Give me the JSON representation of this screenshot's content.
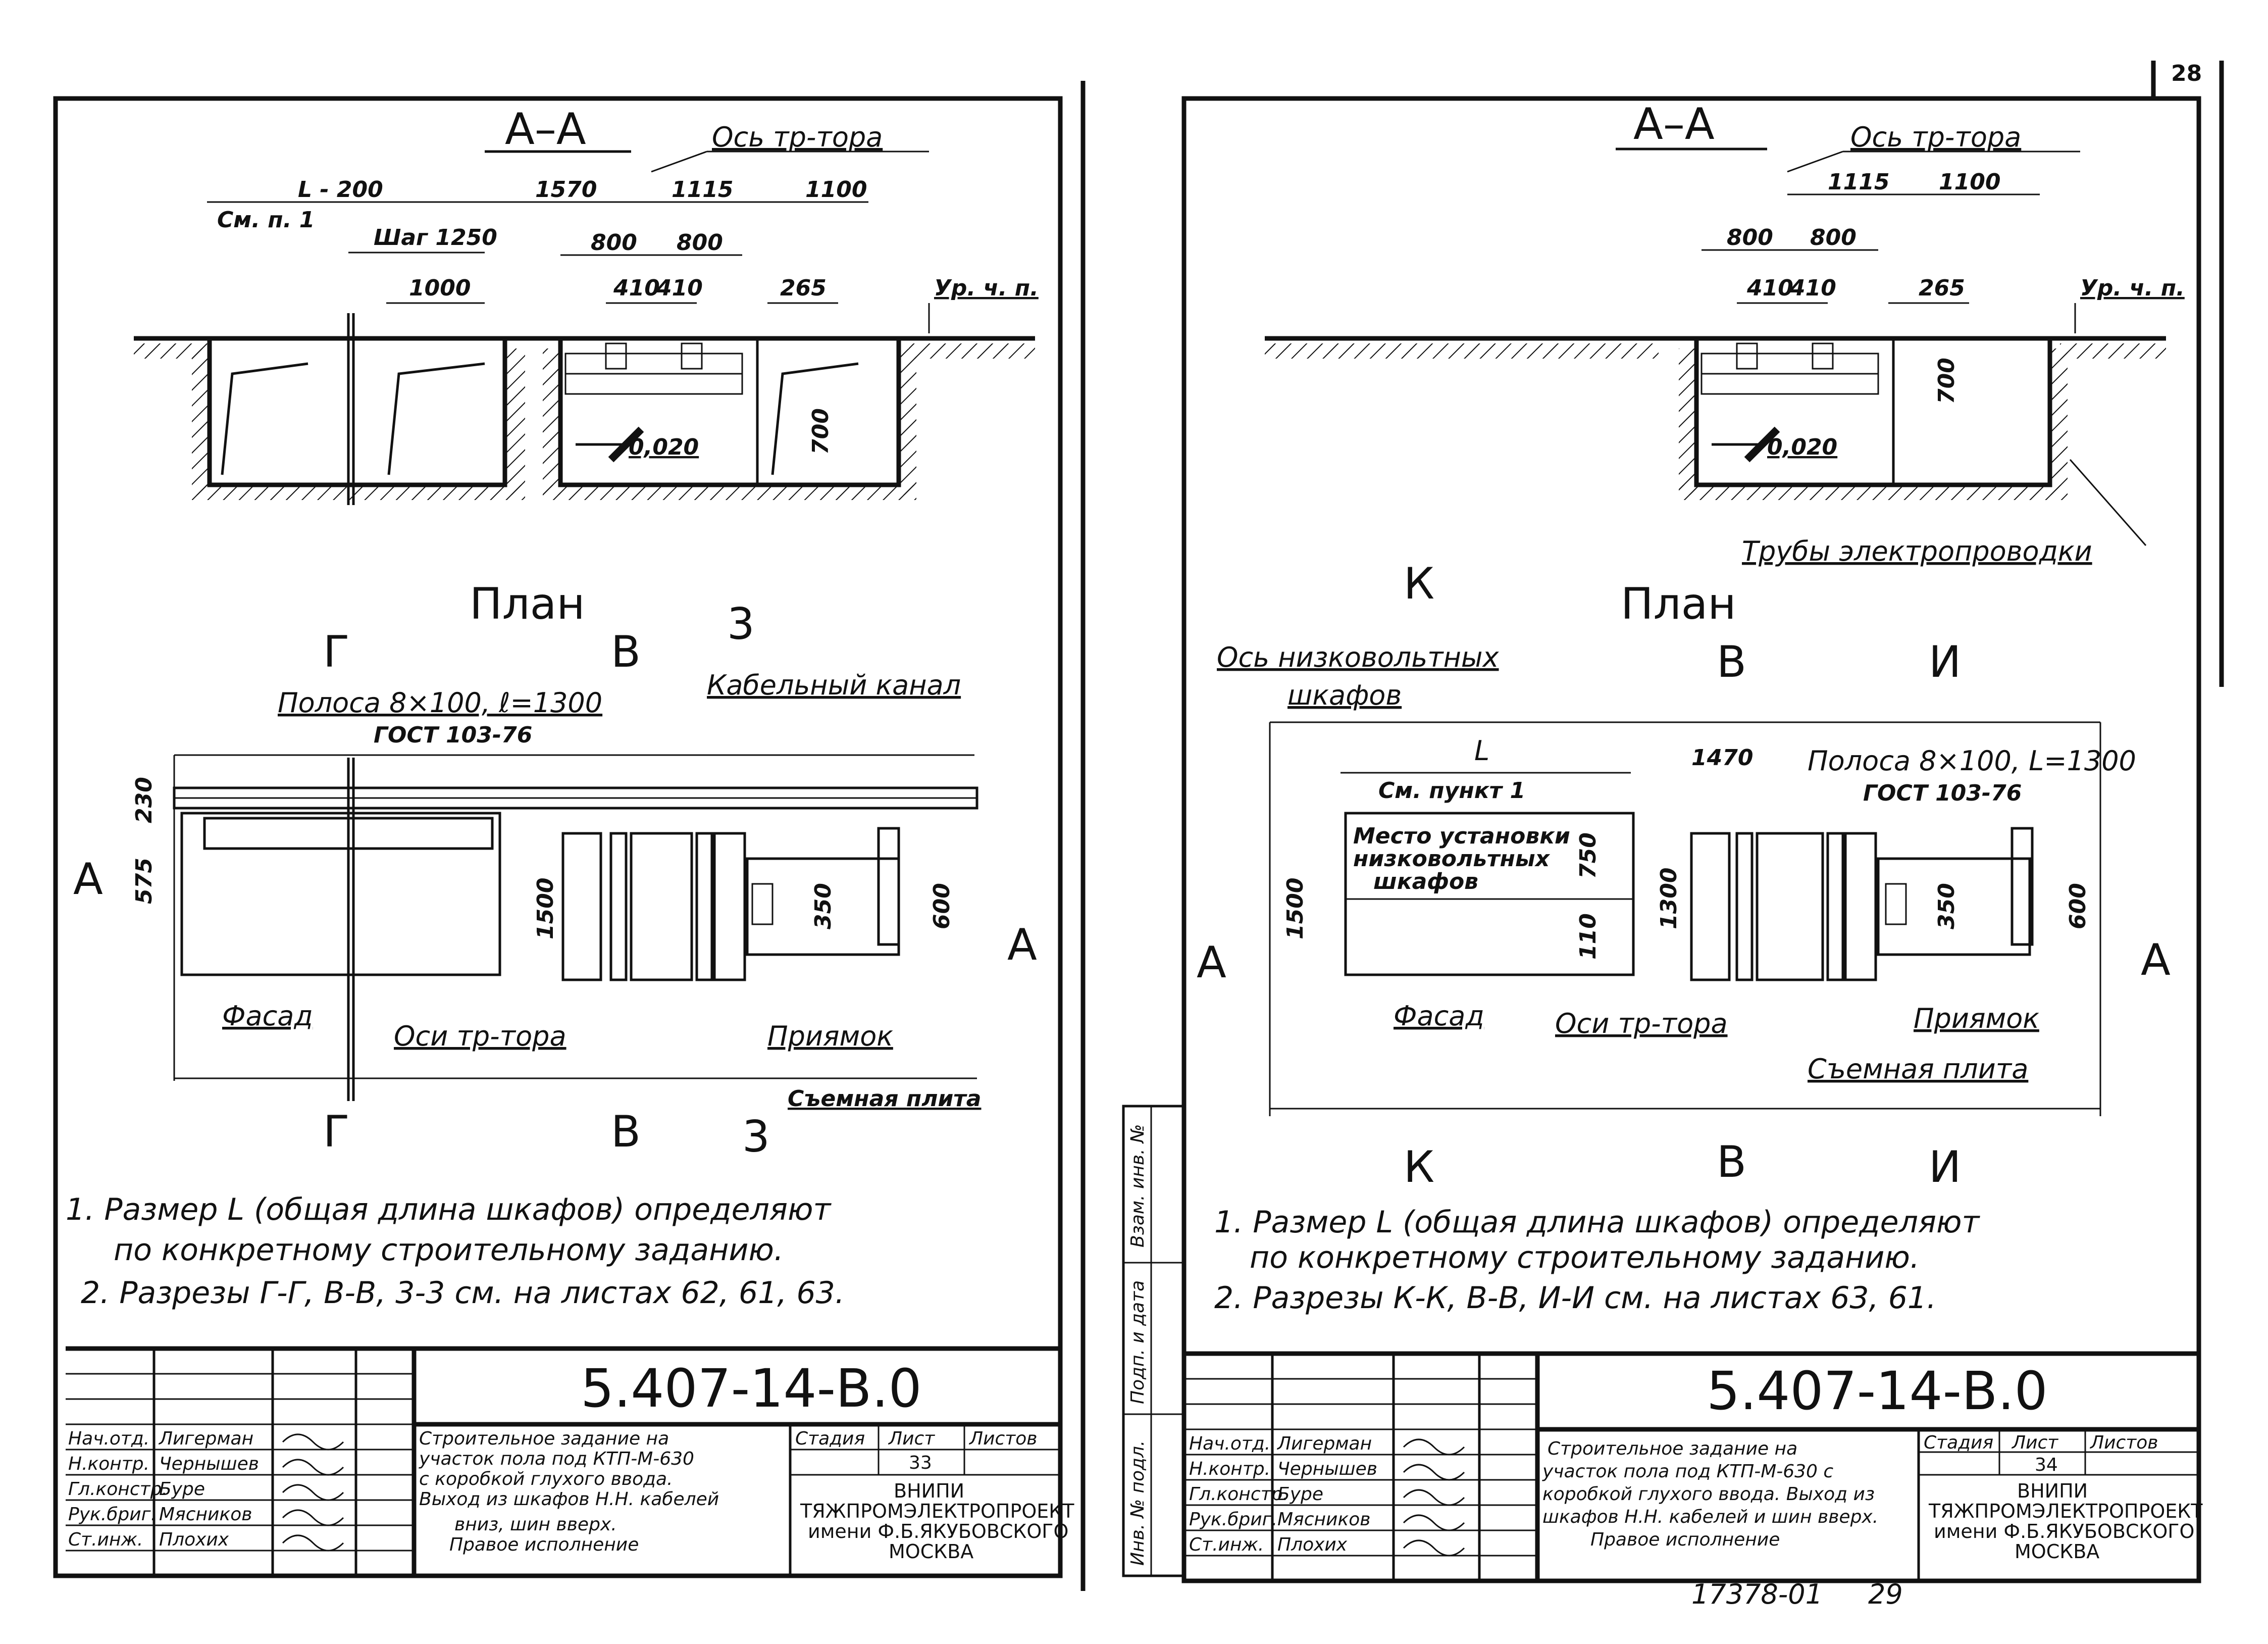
{
  "sheet_number": "28",
  "footer_code": "17378-01",
  "footer_page": "29",
  "left": {
    "section_title": "А–А",
    "axis_label": "Ось тр-тора",
    "dims_top": [
      "L - 200",
      "1570",
      "1115",
      "1100"
    ],
    "ref_note": "См. п. 1",
    "step": "Шаг 1250",
    "dim_1000": "1000",
    "dims_pit": [
      "800",
      "800"
    ],
    "dims_410": [
      "410",
      "410"
    ],
    "dim_265": "265",
    "floor_level": "Ур. ч. п.",
    "slope": "0,020",
    "dim_700": "700",
    "plan_title": "План",
    "cut_g": "Г",
    "cut_v": "В",
    "cut_3": "3",
    "cut_a": "А",
    "strip": "Полоса 8×100, ℓ=1300",
    "gost": "ГОСТ 103-76",
    "cable_channel": "Кабельный канал",
    "dims_left": [
      "230",
      "575"
    ],
    "dim_1500": "1500",
    "dim_350": "350",
    "dim_600": "600",
    "facade": "Фасад",
    "transformer_axes": "Оси тр-тора",
    "pit": "Приямок",
    "removable_plate": "Съемная плита",
    "notes": [
      "1. Размер L (общая длина шкафов) определяют",
      "по конкретному строительному заданию.",
      "2. Разрезы Г-Г, В-В, 3-3 см. на листах 62, 61, 63."
    ],
    "doc_code": "5.407-14-В.0",
    "roles": [
      "Нач.отд.",
      "Н.контр.",
      "Гл.констр.",
      "Рук.бриг.",
      "Ст.инж."
    ],
    "names": [
      "Лигерман",
      "Чернышев",
      "Буре",
      "Мясников",
      "Плохих"
    ],
    "description": [
      "Строительное задание на",
      "участок пола под КТП-М-630",
      "с коробкой глухого ввода.",
      "Выход из шкафов Н.Н. кабелей",
      "вниз, шин вверх.",
      "Правое исполнение"
    ],
    "stage_header": "Стадия",
    "sheet_header": "Лист",
    "sheets_header": "Листов",
    "sheet_value": "33",
    "org": [
      "ВНИПИ",
      "ТЯЖПРОМЭЛЕКТРОПРОЕКТ",
      "имени Ф.Б.ЯКУБОВСКОГО",
      "МОСКВА"
    ]
  },
  "right": {
    "section_title": "А–А",
    "axis_label": "Ось тр-тора",
    "dims_top": [
      "1115",
      "1100"
    ],
    "dims_pit": [
      "800",
      "800"
    ],
    "dims_410": [
      "410",
      "410"
    ],
    "dim_265": "265",
    "floor_level": "Ур. ч. п.",
    "slope": "0,020",
    "dim_700": "700",
    "pipes": "Трубы электропроводки",
    "plan_title": "План",
    "cut_k": "К",
    "cut_v": "В",
    "cut_i": "И",
    "cut_a": "А",
    "lv_axis": [
      "Ось низковольтных",
      "шкафов"
    ],
    "dim_L": "L",
    "see_item": "См. пункт 1",
    "dim_1470": "1470",
    "strip": "Полоса 8×100, L=1300",
    "gost": "ГОСТ 103-76",
    "lv_place": [
      "Место установки",
      "низковольтных",
      "шкафов"
    ],
    "dim_750": "750",
    "dim_110": "110",
    "dim_1500": "1500",
    "dim_1300": "1300",
    "dim_350": "350",
    "dim_600": "600",
    "facade": "Фасад",
    "transformer_axis": "Оси тр-тора",
    "pit": "Приямок",
    "removable_plate": "Съемная плита",
    "notes": [
      "1. Размер L (общая длина шкафов) определяют",
      "по конкретному строительному заданию.",
      "2. Разрезы К-К, В-В, И-И см. на листах 63, 61."
    ],
    "side_stamps": [
      "Взам. инв. №",
      "Подп. и дата",
      "Инв. № подл."
    ],
    "doc_code": "5.407-14-В.0",
    "roles": [
      "Нач.отд.",
      "Н.контр.",
      "Гл.констр.",
      "Рук.бриг.",
      "Ст.инж."
    ],
    "names": [
      "Лигерман",
      "Чернышев",
      "Буре",
      "Мясников",
      "Плохих"
    ],
    "description": [
      "Строительное задание на",
      "участок пола под КТП-М-630 с",
      "коробкой глухого ввода. Выход из",
      "шкафов Н.Н. кабелей и шин вверх.",
      "Правое исполнение"
    ],
    "stage_header": "Стадия",
    "sheet_header": "Лист",
    "sheets_header": "Листов",
    "sheet_value": "34",
    "org": [
      "ВНИПИ",
      "ТЯЖПРОМЭЛЕКТРОПРОЕКТ",
      "имени Ф.Б.ЯКУБОВСКОГО",
      "МОСКВА"
    ]
  }
}
